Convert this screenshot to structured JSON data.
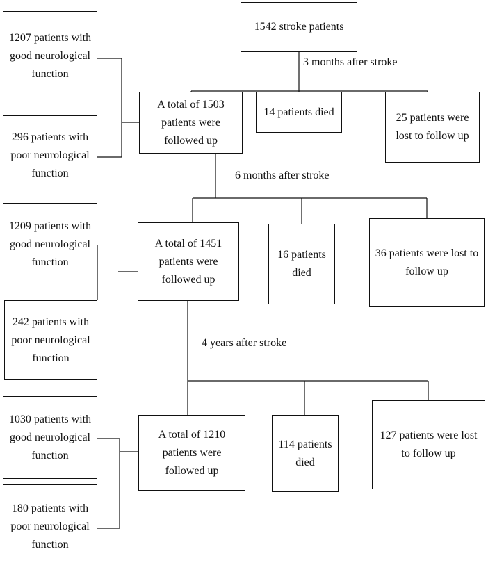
{
  "start": {
    "text": "1542 stroke patients"
  },
  "stage1": {
    "label": "3 months after stroke",
    "followed": "A total of 1503 patients were followed up",
    "died": "14 patients died",
    "lost": "25 patients were lost to follow up",
    "good": "1207 patients with good neurological function",
    "poor": "296 patients with poor neurological function"
  },
  "stage2": {
    "label": "6 months after stroke",
    "followed": "A total of 1451 patients were followed up",
    "died": "16 patients died",
    "lost": "36 patients were lost to follow up",
    "good": "1209 patients with good neurological function",
    "poor": "242 patients with poor neurological function"
  },
  "stage3": {
    "label": "4 years after stroke",
    "followed": "A total of 1210 patients were followed up",
    "died": "114 patients died",
    "lost": "127 patients were lost to follow up",
    "good": "1030 patients with good neurological function",
    "poor": "180 patients with poor neurological function"
  }
}
